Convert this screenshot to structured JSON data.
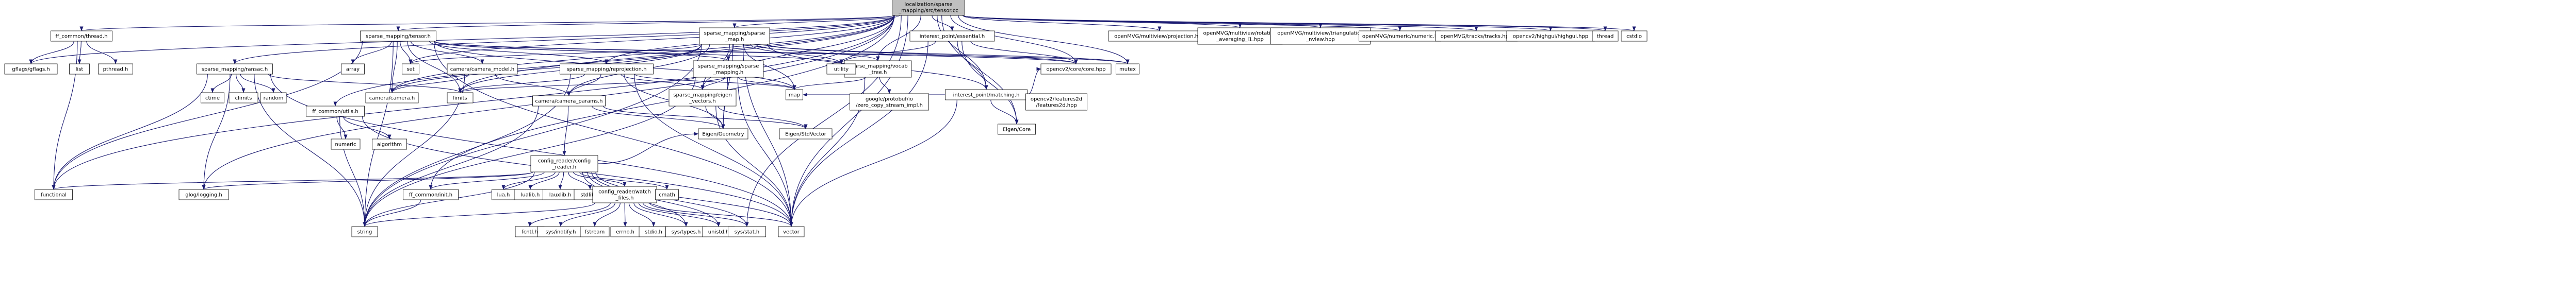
{
  "diagram": {
    "title": "localization/sparse_mapping/src/tensor.cc",
    "colors": {
      "root_fill": "#bfbfbf",
      "internal_fill": "#ffffff",
      "external_fill": "#ffffff",
      "internal_border": "#000000",
      "external_border": "#bfbfbf",
      "edge": "#191970"
    },
    "nodes": [
      {
        "id": "root",
        "label": [
          "localization/sparse",
          "_mapping/src/tensor.cc"
        ],
        "kind": "root"
      },
      {
        "id": "ff_thread",
        "label": [
          "ff_common/thread.h"
        ],
        "kind": "internal"
      },
      {
        "id": "sm_tensor",
        "label": [
          "sparse_mapping/tensor.h"
        ],
        "kind": "internal"
      },
      {
        "id": "sm_sparse_map",
        "label": [
          "sparse_mapping/sparse",
          "_map.h"
        ],
        "kind": "internal"
      },
      {
        "id": "ip_essential",
        "label": [
          "interest_point/essential.h"
        ],
        "kind": "internal"
      },
      {
        "id": "ov_projection",
        "label": [
          "openMVG/multiview/projection.hpp"
        ],
        "kind": "external"
      },
      {
        "id": "ov_rotation",
        "label": [
          "openMVG/multiview/rotation",
          "_averaging_l1.hpp"
        ],
        "kind": "external"
      },
      {
        "id": "ov_triangulation",
        "label": [
          "openMVG/multiview/triangulation",
          "_nview.hpp"
        ],
        "kind": "external"
      },
      {
        "id": "ov_numeric",
        "label": [
          "openMVG/numeric/numeric.h"
        ],
        "kind": "external"
      },
      {
        "id": "ov_tracks",
        "label": [
          "openMVG/tracks/tracks.hpp"
        ],
        "kind": "external"
      },
      {
        "id": "opencv_highgui",
        "label": [
          "opencv2/highgui/highgui.hpp"
        ],
        "kind": "external"
      },
      {
        "id": "thread",
        "label": [
          "thread"
        ],
        "kind": "external"
      },
      {
        "id": "cstdio",
        "label": [
          "cstdio"
        ],
        "kind": "external"
      },
      {
        "id": "gflags",
        "label": [
          "gflags/gflags.h"
        ],
        "kind": "external"
      },
      {
        "id": "list",
        "label": [
          "list"
        ],
        "kind": "external"
      },
      {
        "id": "pthread",
        "label": [
          "pthread.h"
        ],
        "kind": "external"
      },
      {
        "id": "array",
        "label": [
          "array"
        ],
        "kind": "external"
      },
      {
        "id": "set",
        "label": [
          "set"
        ],
        "kind": "external"
      },
      {
        "id": "camera_model",
        "label": [
          "camera/camera_model.h"
        ],
        "kind": "internal"
      },
      {
        "id": "sm_reprojection",
        "label": [
          "sparse_mapping/reprojection.h"
        ],
        "kind": "internal"
      },
      {
        "id": "sm_sparse_mapping",
        "label": [
          "sparse_mapping/sparse",
          "_mapping.h"
        ],
        "kind": "internal"
      },
      {
        "id": "sm_vocab",
        "label": [
          "sparse_mapping/vocab",
          "_tree.h"
        ],
        "kind": "internal"
      },
      {
        "id": "ip_matching",
        "label": [
          "interest_point/matching.h"
        ],
        "kind": "internal"
      },
      {
        "id": "utility",
        "label": [
          "utility"
        ],
        "kind": "external"
      },
      {
        "id": "opencv_core",
        "label": [
          "opencv2/core/core.hpp"
        ],
        "kind": "external"
      },
      {
        "id": "mutex",
        "label": [
          "mutex"
        ],
        "kind": "external"
      },
      {
        "id": "sm_ransac",
        "label": [
          "sparse_mapping/ransac.h"
        ],
        "kind": "internal"
      },
      {
        "id": "ctime",
        "label": [
          "ctime"
        ],
        "kind": "external"
      },
      {
        "id": "climits",
        "label": [
          "climits"
        ],
        "kind": "external"
      },
      {
        "id": "random",
        "label": [
          "random"
        ],
        "kind": "external"
      },
      {
        "id": "ff_utils",
        "label": [
          "ff_common/utils.h"
        ],
        "kind": "internal"
      },
      {
        "id": "camera_camera",
        "label": [
          "camera/camera.h"
        ],
        "kind": "internal"
      },
      {
        "id": "limits",
        "label": [
          "limits"
        ],
        "kind": "external"
      },
      {
        "id": "camera_params",
        "label": [
          "camera/camera_params.h"
        ],
        "kind": "internal"
      },
      {
        "id": "sm_eigen",
        "label": [
          "sparse_mapping/eigen",
          "_vectors.h"
        ],
        "kind": "internal"
      },
      {
        "id": "map",
        "label": [
          "map"
        ],
        "kind": "external"
      },
      {
        "id": "protobuf",
        "label": [
          "google/protobuf/io",
          "/zero_copy_stream_impl.h"
        ],
        "kind": "external"
      },
      {
        "id": "features2d",
        "label": [
          "opencv2/features2d",
          "/features2d.hpp"
        ],
        "kind": "external"
      },
      {
        "id": "eigen_core",
        "label": [
          "Eigen/Core"
        ],
        "kind": "external"
      },
      {
        "id": "numeric",
        "label": [
          "numeric"
        ],
        "kind": "external"
      },
      {
        "id": "algorithm",
        "label": [
          "algorithm"
        ],
        "kind": "external"
      },
      {
        "id": "eigen_geometry",
        "label": [
          "Eigen/Geometry"
        ],
        "kind": "external"
      },
      {
        "id": "eigen_stdvector",
        "label": [
          "Eigen/StdVector"
        ],
        "kind": "external"
      },
      {
        "id": "config_reader",
        "label": [
          "config_reader/config",
          "_reader.h"
        ],
        "kind": "internal"
      },
      {
        "id": "functional",
        "label": [
          "functional"
        ],
        "kind": "external"
      },
      {
        "id": "glog",
        "label": [
          "glog/logging.h"
        ],
        "kind": "external"
      },
      {
        "id": "lua",
        "label": [
          "lua.h"
        ],
        "kind": "external"
      },
      {
        "id": "lualib",
        "label": [
          "lualib.h"
        ],
        "kind": "external"
      },
      {
        "id": "lauxlib",
        "label": [
          "lauxlib.h"
        ],
        "kind": "external"
      },
      {
        "id": "stdlib",
        "label": [
          "stdlib.h"
        ],
        "kind": "external"
      },
      {
        "id": "ff_init",
        "label": [
          "ff_common/init.h"
        ],
        "kind": "internal"
      },
      {
        "id": "watch_files",
        "label": [
          "config_reader/watch",
          "_files.h"
        ],
        "kind": "internal"
      },
      {
        "id": "cmath",
        "label": [
          "cmath"
        ],
        "kind": "external"
      },
      {
        "id": "string",
        "label": [
          "string"
        ],
        "kind": "external"
      },
      {
        "id": "fcntl",
        "label": [
          "fcntl.h"
        ],
        "kind": "external"
      },
      {
        "id": "inotify",
        "label": [
          "sys/inotify.h"
        ],
        "kind": "external"
      },
      {
        "id": "fstream",
        "label": [
          "fstream"
        ],
        "kind": "external"
      },
      {
        "id": "errno",
        "label": [
          "errno.h"
        ],
        "kind": "external"
      },
      {
        "id": "stdio",
        "label": [
          "stdio.h"
        ],
        "kind": "external"
      },
      {
        "id": "sys_types",
        "label": [
          "sys/types.h"
        ],
        "kind": "external"
      },
      {
        "id": "unistd",
        "label": [
          "unistd.h"
        ],
        "kind": "external"
      },
      {
        "id": "sys_stat",
        "label": [
          "sys/stat.h"
        ],
        "kind": "external"
      },
      {
        "id": "vector",
        "label": [
          "vector"
        ],
        "kind": "external"
      }
    ],
    "edges": [
      [
        "root",
        "ff_thread"
      ],
      [
        "root",
        "sm_tensor"
      ],
      [
        "root",
        "sm_sparse_map"
      ],
      [
        "root",
        "ip_essential"
      ],
      [
        "root",
        "ov_projection"
      ],
      [
        "root",
        "ov_rotation"
      ],
      [
        "root",
        "ov_triangulation"
      ],
      [
        "root",
        "ov_numeric"
      ],
      [
        "root",
        "ov_tracks"
      ],
      [
        "root",
        "opencv_highgui"
      ],
      [
        "root",
        "thread"
      ],
      [
        "root",
        "cstdio"
      ],
      [
        "root",
        "gflags"
      ],
      [
        "root",
        "sm_ransac"
      ],
      [
        "root",
        "ff_utils"
      ],
      [
        "root",
        "camera_camera"
      ],
      [
        "root",
        "ip_matching"
      ],
      [
        "root",
        "set"
      ],
      [
        "root",
        "limits"
      ],
      [
        "root",
        "vector"
      ],
      [
        "root",
        "functional"
      ],
      [
        "root",
        "glog"
      ],
      [
        "root",
        "ff_init"
      ],
      [
        "root",
        "opencv_core"
      ],
      [
        "root",
        "mutex"
      ],
      [
        "root",
        "sm_reprojection"
      ],
      [
        "root",
        "sm_vocab"
      ],
      [
        "root",
        "sm_eigen"
      ],
      [
        "root",
        "eigen_core"
      ],
      [
        "root",
        "sys_stat"
      ],
      [
        "ff_thread",
        "gflags"
      ],
      [
        "ff_thread",
        "list"
      ],
      [
        "ff_thread",
        "pthread"
      ],
      [
        "ff_thread",
        "functional"
      ],
      [
        "sm_tensor",
        "array"
      ],
      [
        "sm_tensor",
        "set"
      ],
      [
        "sm_tensor",
        "camera_model"
      ],
      [
        "sm_tensor",
        "sm_reprojection"
      ],
      [
        "sm_tensor",
        "sm_sparse_mapping"
      ],
      [
        "sm_tensor",
        "utility"
      ],
      [
        "sm_tensor",
        "map"
      ],
      [
        "sm_tensor",
        "camera_camera"
      ],
      [
        "sm_tensor",
        "limits"
      ],
      [
        "sm_tensor",
        "string"
      ],
      [
        "sm_tensor",
        "vector"
      ],
      [
        "sm_tensor",
        "functional"
      ],
      [
        "sm_tensor",
        "mutex"
      ],
      [
        "sm_tensor",
        "opencv_core"
      ],
      [
        "sm_sparse_map",
        "camera_camera"
      ],
      [
        "sm_sparse_map",
        "sm_sparse_mapping"
      ],
      [
        "sm_sparse_map",
        "sm_vocab"
      ],
      [
        "sm_sparse_map",
        "utility"
      ],
      [
        "sm_sparse_map",
        "opencv_core"
      ],
      [
        "sm_sparse_map",
        "mutex"
      ],
      [
        "sm_sparse_map",
        "map"
      ],
      [
        "sm_sparse_map",
        "limits"
      ],
      [
        "sm_sparse_map",
        "set"
      ],
      [
        "sm_sparse_map",
        "vector"
      ],
      [
        "sm_sparse_map",
        "string"
      ],
      [
        "sm_sparse_map",
        "eigen_geometry"
      ],
      [
        "sm_sparse_map",
        "camera_params"
      ],
      [
        "sm_sparse_map",
        "sm_eigen"
      ],
      [
        "sm_sparse_map",
        "ip_matching"
      ],
      [
        "ip_essential",
        "utility"
      ],
      [
        "ip_essential",
        "ip_matching"
      ],
      [
        "ip_essential",
        "eigen_core"
      ],
      [
        "ip_essential",
        "vector"
      ],
      [
        "ip_essential",
        "opencv_core"
      ],
      [
        "camera_model",
        "camera_camera"
      ],
      [
        "camera_model",
        "camera_params"
      ],
      [
        "camera_model",
        "string"
      ],
      [
        "sm_reprojection",
        "camera_params"
      ],
      [
        "sm_reprojection",
        "sm_eigen"
      ],
      [
        "sm_reprojection",
        "limits"
      ],
      [
        "sm_reprojection",
        "map"
      ],
      [
        "sm_reprojection",
        "string"
      ],
      [
        "sm_reprojection",
        "vector"
      ],
      [
        "sm_reprojection",
        "eigen_geometry"
      ],
      [
        "sm_sparse_mapping",
        "sm_eigen"
      ],
      [
        "sm_sparse_mapping",
        "map"
      ],
      [
        "sm_sparse_mapping",
        "limits"
      ],
      [
        "sm_sparse_mapping",
        "vector"
      ],
      [
        "sm_sparse_mapping",
        "string"
      ],
      [
        "sm_sparse_mapping",
        "eigen_geometry"
      ],
      [
        "sm_vocab",
        "protobuf"
      ],
      [
        "sm_vocab",
        "map"
      ],
      [
        "sm_vocab",
        "vector"
      ],
      [
        "ip_matching",
        "features2d"
      ],
      [
        "ip_matching",
        "eigen_core"
      ],
      [
        "ip_matching",
        "vector"
      ],
      [
        "ip_matching",
        "map"
      ],
      [
        "ip_matching",
        "opencv_core"
      ],
      [
        "sm_ransac",
        "ctime"
      ],
      [
        "sm_ransac",
        "climits"
      ],
      [
        "sm_ransac",
        "random"
      ],
      [
        "sm_ransac",
        "limits"
      ],
      [
        "sm_ransac",
        "vector"
      ],
      [
        "sm_ransac",
        "string"
      ],
      [
        "sm_ransac",
        "glog"
      ],
      [
        "sm_ransac",
        "functional"
      ],
      [
        "ff_utils",
        "numeric"
      ],
      [
        "ff_utils",
        "algorithm"
      ],
      [
        "ff_utils",
        "string"
      ],
      [
        "ff_utils",
        "vector"
      ],
      [
        "camera_params",
        "config_reader"
      ],
      [
        "camera_params",
        "eigen_geometry"
      ],
      [
        "camera_params",
        "string"
      ],
      [
        "camera_params",
        "eigen_stdvector"
      ],
      [
        "sm_eigen",
        "eigen_geometry"
      ],
      [
        "sm_eigen",
        "eigen_stdvector"
      ],
      [
        "sm_eigen",
        "vector"
      ],
      [
        "config_reader",
        "functional"
      ],
      [
        "config_reader",
        "glog"
      ],
      [
        "config_reader",
        "lua"
      ],
      [
        "config_reader",
        "lualib"
      ],
      [
        "config_reader",
        "lauxlib"
      ],
      [
        "config_reader",
        "stdlib"
      ],
      [
        "config_reader",
        "ff_init"
      ],
      [
        "config_reader",
        "watch_files"
      ],
      [
        "config_reader",
        "cmath"
      ],
      [
        "config_reader",
        "string"
      ],
      [
        "config_reader",
        "vector"
      ],
      [
        "config_reader",
        "eigen_geometry"
      ],
      [
        "config_reader",
        "sys_stat"
      ],
      [
        "config_reader",
        "unistd"
      ],
      [
        "config_reader",
        "sys_types"
      ],
      [
        "ff_init",
        "string"
      ],
      [
        "watch_files",
        "fcntl"
      ],
      [
        "watch_files",
        "inotify"
      ],
      [
        "watch_files",
        "fstream"
      ],
      [
        "watch_files",
        "errno"
      ],
      [
        "watch_files",
        "stdio"
      ],
      [
        "watch_files",
        "sys_types"
      ],
      [
        "watch_files",
        "unistd"
      ],
      [
        "watch_files",
        "sys_stat"
      ],
      [
        "watch_files",
        "vector"
      ],
      [
        "watch_files",
        "string"
      ]
    ]
  }
}
